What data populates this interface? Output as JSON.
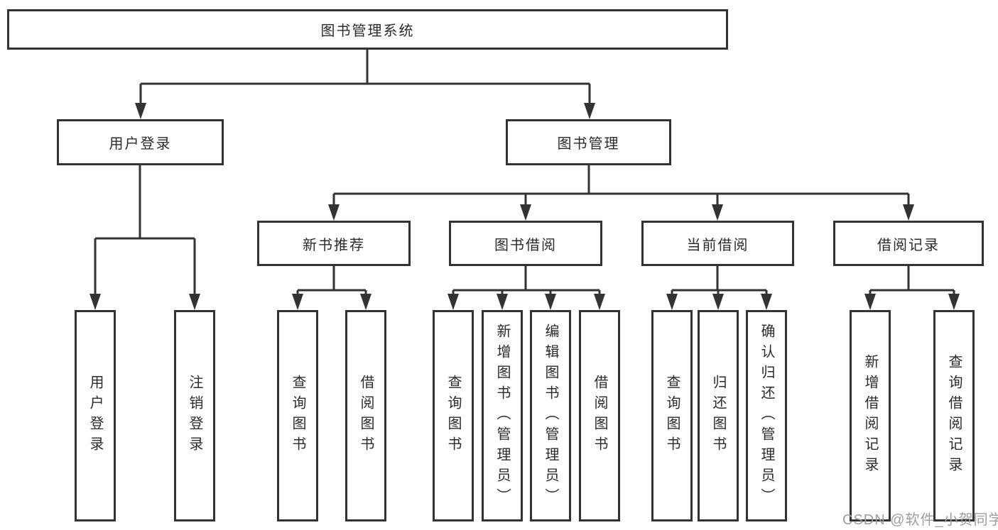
{
  "diagram": {
    "title": "图书管理系统",
    "branches": [
      {
        "label": "用户登录",
        "children": [
          "用户登录",
          "注销登录"
        ]
      },
      {
        "label": "图书管理",
        "children": [
          {
            "label": "新书推荐",
            "children": [
              "查询图书",
              "借阅图书"
            ]
          },
          {
            "label": "图书借阅",
            "children": [
              "查询图书",
              "新增图书（管理员）",
              "编辑图书（管理员）",
              "借阅图书"
            ]
          },
          {
            "label": "当前借阅",
            "children": [
              "查询图书",
              "归还图书",
              "确认归还（管理员）"
            ]
          },
          {
            "label": "借阅记录",
            "children": [
              "新增借阅记录",
              "查询借阅记录"
            ]
          }
        ]
      }
    ]
  },
  "watermark": {
    "text": "CSDN @软件_小贺同学"
  },
  "colors": {
    "line": "#333333",
    "box_border": "#333333",
    "box_background": "#ffffff",
    "text": "#2b2b2b",
    "watermark": "#9e9e9e",
    "background": "#ffffff"
  }
}
